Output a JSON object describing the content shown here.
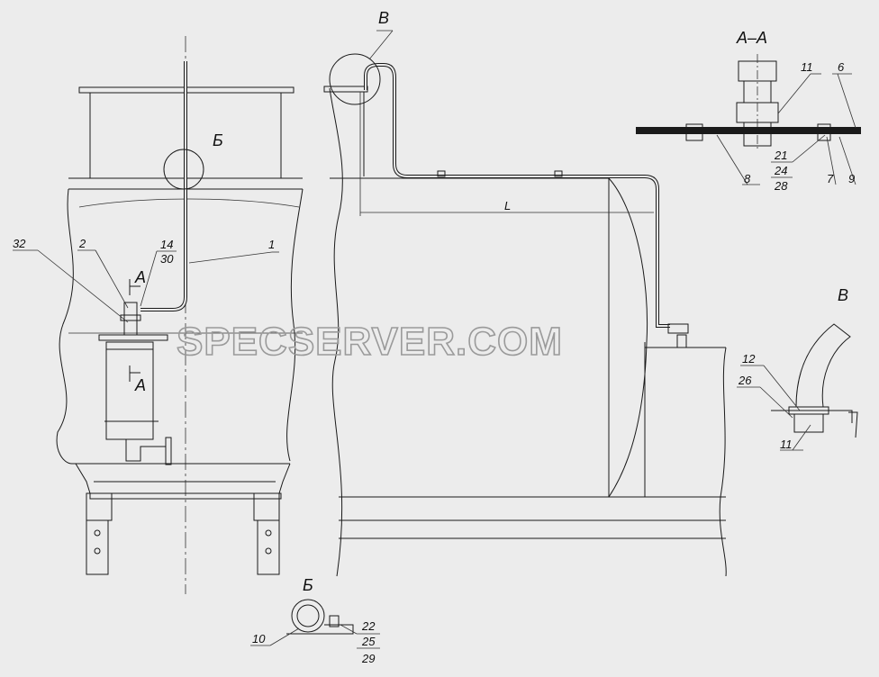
{
  "watermark": "SPECSERVER.COM",
  "views": {
    "section_aa": "А–А",
    "view_v": "В",
    "view_b": "Б"
  },
  "callouts": {
    "c1": "1",
    "c2": "2",
    "c32": "32",
    "c14": "14",
    "c30": "30",
    "cutA_top": "А",
    "cutA_bottom": "А",
    "b_ring": "Б",
    "v_ring": "В",
    "aa_11": "11",
    "aa_6": "6",
    "aa_8": "8",
    "aa_21": "21",
    "aa_24": "24",
    "aa_28": "28",
    "aa_7": "7",
    "aa_9": "9",
    "v_12": "12",
    "v_26": "26",
    "v_11": "11",
    "b_10": "10",
    "b_22": "22",
    "b_25": "25",
    "b_29": "29"
  }
}
